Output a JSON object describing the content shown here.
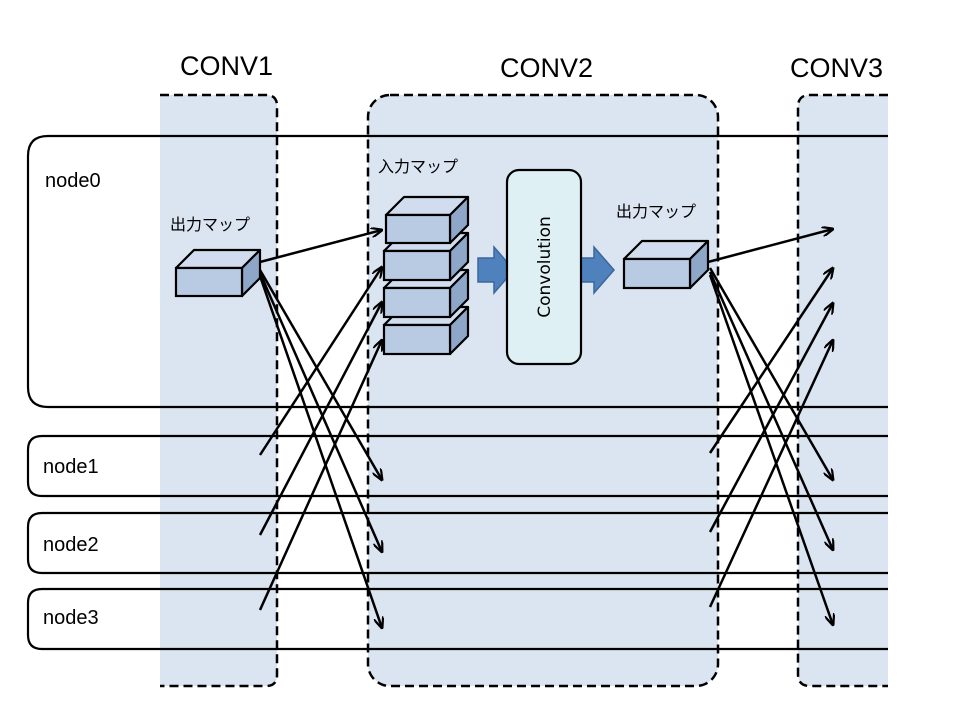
{
  "columns": {
    "conv1": "CONV1",
    "conv2": "CONV2",
    "conv3": "CONV3"
  },
  "nodes": [
    "node0",
    "node1",
    "node2",
    "node3"
  ],
  "labels": {
    "conv1_output": "出力マップ",
    "conv2_input": "入力マップ",
    "conv2_output": "出力マップ",
    "convolution": "Convolution"
  },
  "colors": {
    "column_fill": "#dbe4f1",
    "block_face": "#b9cbe3",
    "block_top": "#d1ddee",
    "block_side": "#8ea6c8",
    "process_fill": "#dff0f5",
    "arrow_fill": "#4f81bd"
  }
}
